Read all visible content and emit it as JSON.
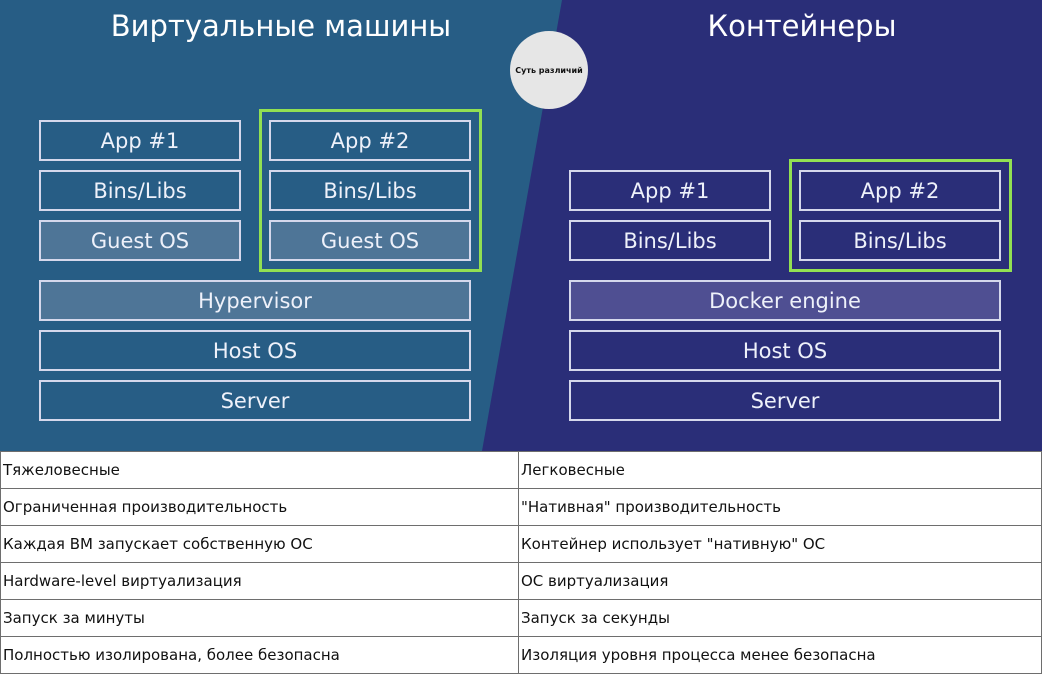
{
  "vm": {
    "title": "Виртуальные машины",
    "app1": {
      "app": "App #1",
      "bins": "Bins/Libs",
      "os": "Guest OS"
    },
    "app2": {
      "app": "App #2",
      "bins": "Bins/Libs",
      "os": "Guest OS"
    },
    "hypervisor": "Hypervisor",
    "host_os": "Host OS",
    "server": "Server"
  },
  "containers": {
    "title": "Контейнеры",
    "app1": {
      "app": "App #1",
      "bins": "Bins/Libs"
    },
    "app2": {
      "app": "App #2",
      "bins": "Bins/Libs"
    },
    "engine": "Docker engine",
    "host_os": "Host OS",
    "server": "Server"
  },
  "badge": "Суть различий",
  "colors": {
    "vm_background": "#275d85",
    "container_background": "#2a2e78",
    "highlight_border": "#92e052"
  },
  "comparison": {
    "rows": [
      [
        "Тяжеловесные",
        "Легковесные"
      ],
      [
        "Ограниченная производительность",
        "\"Нативная\" производительность"
      ],
      [
        "Каждая ВМ запускает собственную ОС",
        "Контейнер использует \"нативную\" ОС"
      ],
      [
        "Hardware-level виртуализация",
        "ОС виртуализация"
      ],
      [
        "Запуск за минуты",
        "Запуск за секунды"
      ],
      [
        "Полностью изолирована, более безопасна",
        "Изоляция уровня процесса менее безопасна"
      ]
    ]
  }
}
